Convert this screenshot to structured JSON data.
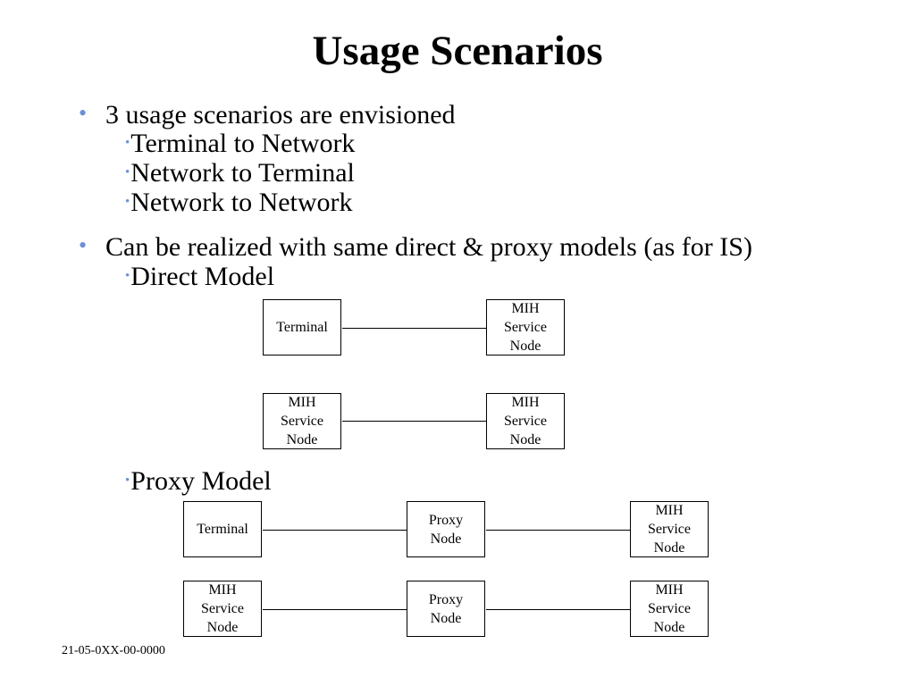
{
  "title": "Usage Scenarios",
  "bullets": [
    {
      "text": "3 usage scenarios are envisioned",
      "subitems": [
        "Terminal to Network",
        "Network to Terminal",
        "Network to Network"
      ]
    },
    {
      "text": "Can be realized with same direct & proxy models (as for IS)",
      "subitems": [
        "Direct Model",
        "Proxy Model"
      ]
    }
  ],
  "nodes": {
    "terminal": [
      "Terminal"
    ],
    "mih": [
      "MIH",
      "Service",
      "Node"
    ],
    "proxy": [
      "Proxy",
      "Node"
    ]
  },
  "footer": "21-05-0XX-00-0000",
  "colors": {
    "bullet": "#6f8fd9",
    "line": "#000000"
  }
}
